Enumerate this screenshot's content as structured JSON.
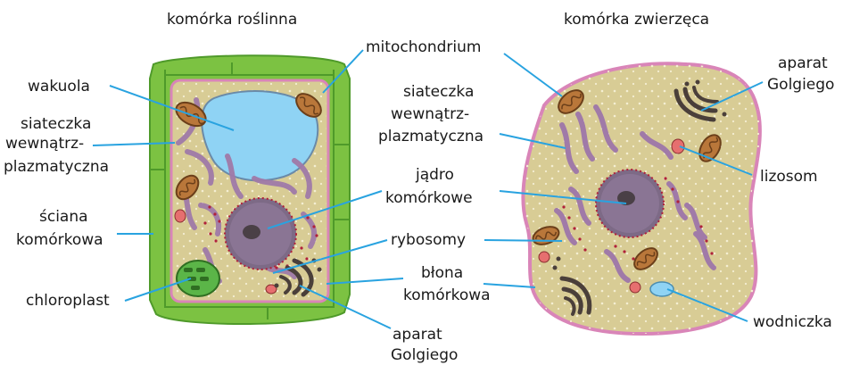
{
  "plant_cell": {
    "title": "komórka roślinna",
    "labels": {
      "wakuola": "wakuola",
      "siateczka_1": "siateczka",
      "siateczka_2": "wewnątrz-",
      "siateczka_3": "plazmatyczna",
      "sciana_1": "ściana",
      "sciana_2": "komórkowa",
      "chloroplast": "chloroplast"
    }
  },
  "animal_cell": {
    "title": "komórka zwierzęca",
    "labels": {
      "aparat_1": "aparat",
      "aparat_2": "Golgiego",
      "lizosom": "lizosom",
      "wodniczka": "wodniczka"
    }
  },
  "shared_labels": {
    "mitochondrium": "mitochondrium",
    "siateczka_1": "siateczka",
    "siateczka_2": "wewnątrz-",
    "siateczka_3": "plazmatyczna",
    "jadro_1": "jądro",
    "jadro_2": "komórkowe",
    "rybosomy": "rybosomy",
    "blona_1": "błona",
    "blona_2": "komórkowa",
    "aparat_1": "aparat",
    "aparat_2": "Golgiego"
  },
  "colors": {
    "cell_wall": "#7cc242",
    "cell_wall_dark": "#4f9a2a",
    "cytoplasm": "#d8cc95",
    "membrane": "#d985b8",
    "vacuole": "#8fd3f4",
    "er": "#a07aa8",
    "nucleus": "#7d6a86",
    "mitochondrion": "#b9773a",
    "pointer": "#29a3e0"
  }
}
